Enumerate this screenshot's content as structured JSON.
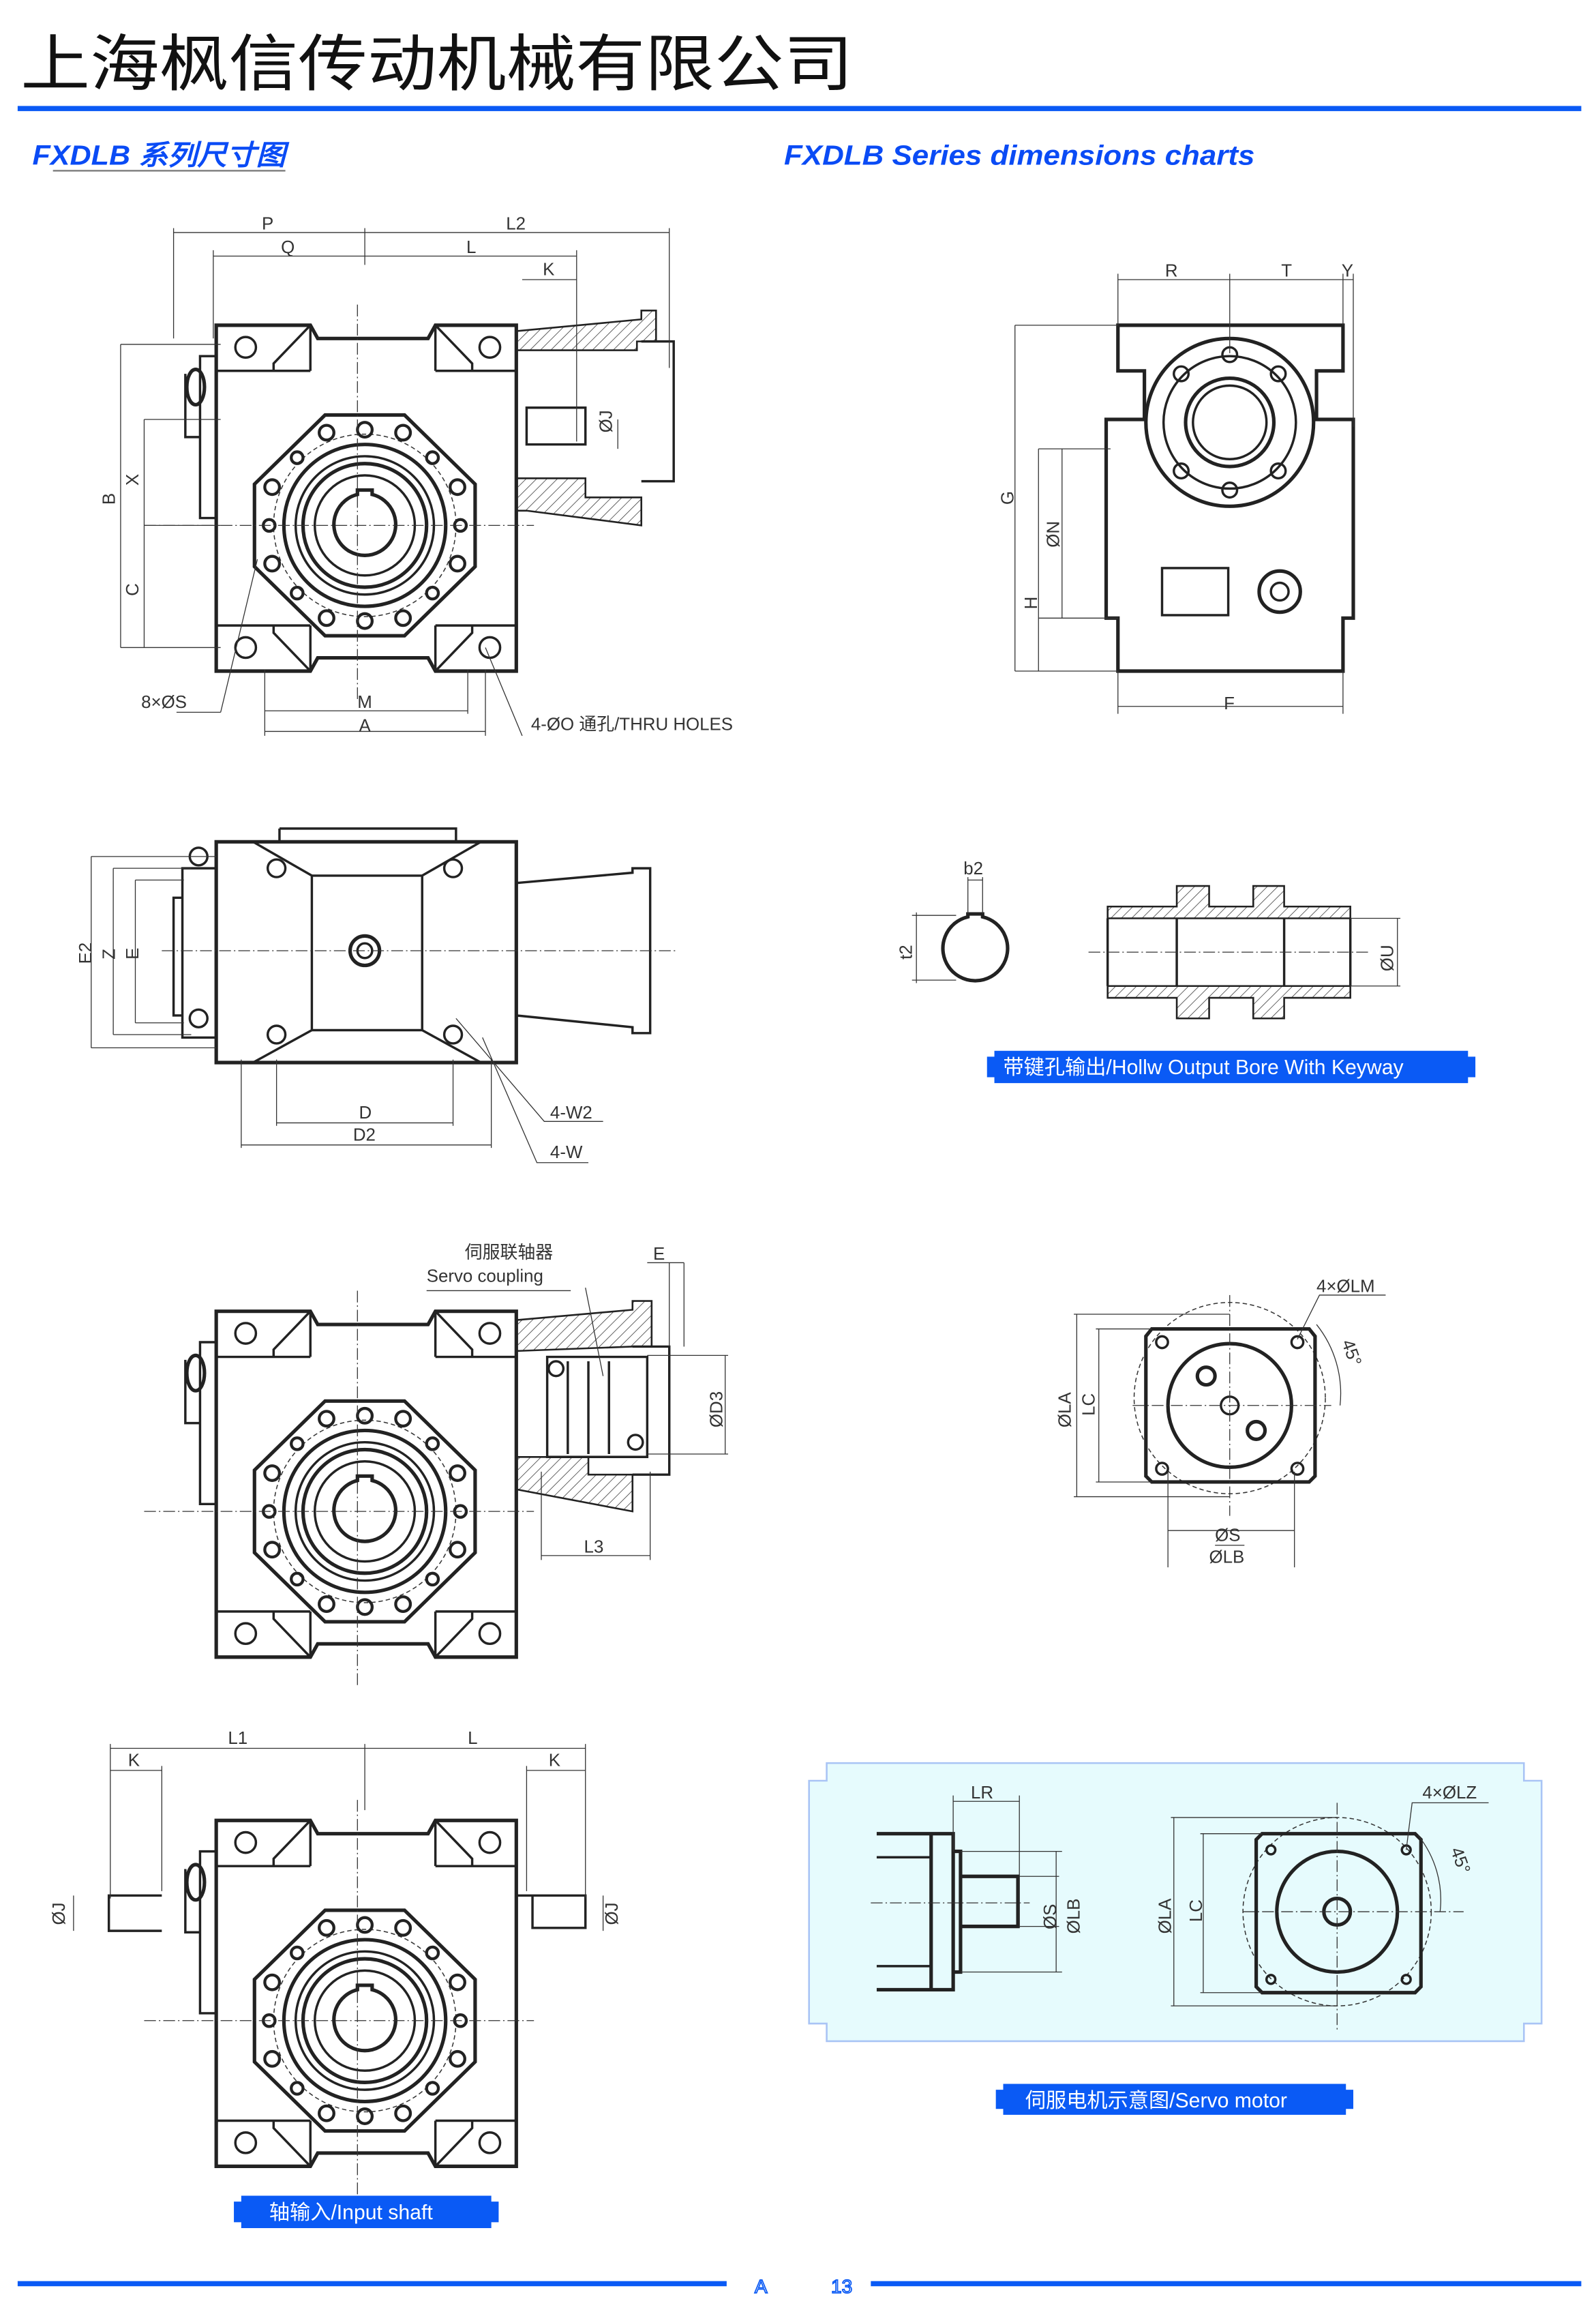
{
  "header": {
    "company": "上海枫信传动机械有限公司",
    "title_cn": "FXDLB 系列尺寸图",
    "title_en": "FXDLB  Series dimensions charts",
    "accent_color": "#0a5af5"
  },
  "views": {
    "front": {
      "P": "P",
      "L2": "L2",
      "Q": "Q",
      "L": "L",
      "K": "K",
      "J": "ØJ",
      "B": "B",
      "X": "X",
      "C": "C",
      "S": "8×ØS",
      "M": "M",
      "A": "A",
      "O": "4-ØO 通孔/THRU HOLES"
    },
    "side": {
      "E2": "E2",
      "Z": "Z",
      "E": "E",
      "D": "D",
      "D2": "D2",
      "W2": "4-W2",
      "W": "4-W"
    },
    "servo_coupling": {
      "cn": "伺服联轴器",
      "en": "Servo coupling",
      "E": "E",
      "D3": "ØD3",
      "L3": "L3"
    },
    "input_shaft": {
      "K1": "K",
      "L1": "L1",
      "L": "L",
      "K2": "K",
      "J1": "ØJ",
      "J2": "ØJ",
      "banner": "轴输入/Input shaft"
    },
    "end": {
      "R": "R",
      "T": "T",
      "Y": "Y",
      "G": "G",
      "N": "ØN",
      "H": "H",
      "F": "F"
    },
    "keyway": {
      "b2": "b2",
      "t2": "t2",
      "U": "ØU",
      "banner": "带键孔输出/Hollw Output Bore With Keyway"
    },
    "flange": {
      "LM": "4×ØLM",
      "angle": "45°",
      "LA": "ØLA",
      "LC": "LC",
      "S": "ØS",
      "LB": "ØLB"
    },
    "servo_motor": {
      "LR": "LR",
      "S": "ØS",
      "LB": "ØLB",
      "LA": "ØLA",
      "LC": "LC",
      "LZ": "4×ØLZ",
      "angle": "45°",
      "banner": "伺服电机示意图/Servo motor"
    }
  },
  "footer": {
    "section": "A",
    "page": "13"
  }
}
